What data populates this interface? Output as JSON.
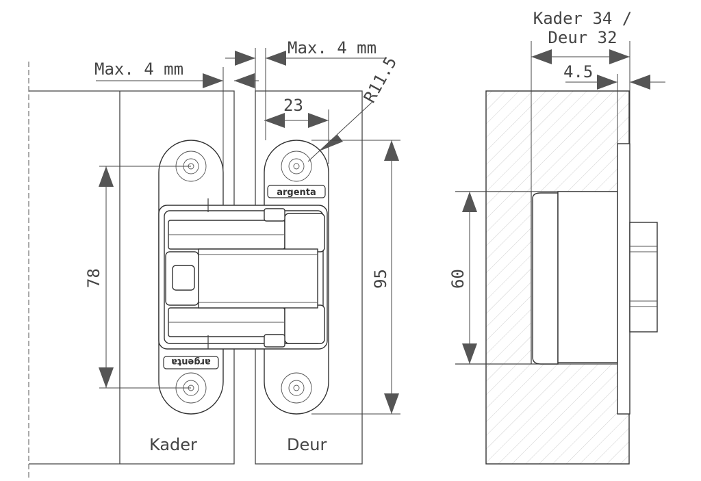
{
  "labels": {
    "max_gap_left": "Max. 4 mm",
    "max_gap_right": "Max. 4 mm",
    "radius": "R11.5",
    "width_23": "23",
    "height_78": "78",
    "height_95": "95",
    "kader": "Kader",
    "deur": "Deur",
    "section_line1": "Kader 34 /",
    "section_line2": "Deur 32",
    "offset_45": "4.5",
    "height_60": "60",
    "brand": "argenta"
  }
}
